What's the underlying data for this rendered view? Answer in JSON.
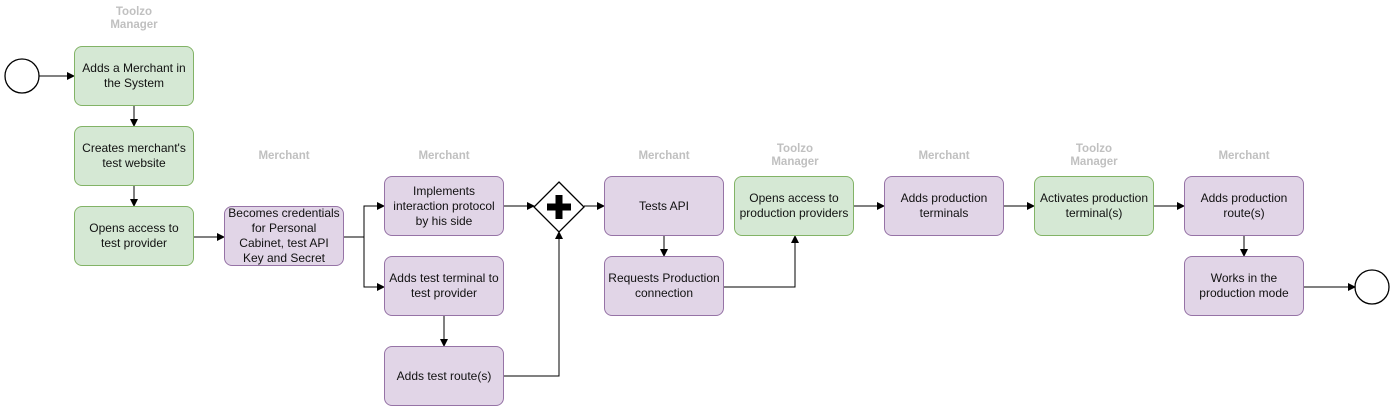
{
  "lanes": {
    "l1": "Toolzo\nManager",
    "l2": "Merchant",
    "l3": "Merchant",
    "l4": "Merchant",
    "l5": "Toolzo\nManager",
    "l6": "Merchant",
    "l7": "Toolzo\nManager",
    "l8": "Merchant"
  },
  "tasks": {
    "add_merchant": "Adds a Merchant in the System",
    "create_test_site": "Creates merchant's test website",
    "open_test_provider": "Opens access to test provider",
    "becomes_credentials": "Becomes credentials for Personal Cabinet, test API Key and Secret",
    "implements_protocol": "Implements interaction protocol by his side",
    "adds_test_terminal": "Adds test terminal to test provider",
    "adds_test_route": "Adds test route(s)",
    "tests_api": "Tests API",
    "requests_production": "Requests Production connection",
    "open_production_providers": "Opens access to production providers",
    "adds_production_terminals": "Adds production terminals",
    "activates_production_terminal": "Activates production terminal(s)",
    "adds_production_route": "Adds production route(s)",
    "works_production": "Works in the production mode"
  },
  "colors": {
    "manager_fill": "#d5e8d4",
    "manager_stroke": "#82b366",
    "merchant_fill": "#e1d5e7",
    "merchant_stroke": "#9673a6",
    "lane_label": "#c0c0c0",
    "connector": "#000000"
  },
  "icons": {
    "start_event": "circle-outline",
    "end_event": "circle-outline",
    "gateway": "parallel-gateway-plus"
  }
}
